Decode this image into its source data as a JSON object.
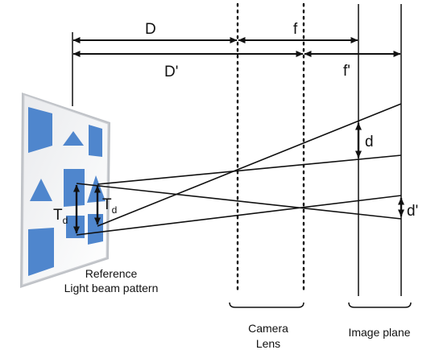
{
  "colors": {
    "ink": "#111111",
    "pattern_blue": "#4f86cd",
    "panel_light": "#f3f4f6",
    "panel_shadow": "#c9cbcf"
  },
  "labels": {
    "D": "D",
    "D_prime": "D'",
    "f": "f",
    "f_prime": "f'",
    "d": "d",
    "d_prime": "d'",
    "T": "T",
    "T_sub": "d",
    "pattern_line1": "Reference",
    "pattern_line2": "Light beam pattern",
    "lens_line1": "Camera",
    "lens_line2": "Lens",
    "image_plane": "Image plane"
  }
}
